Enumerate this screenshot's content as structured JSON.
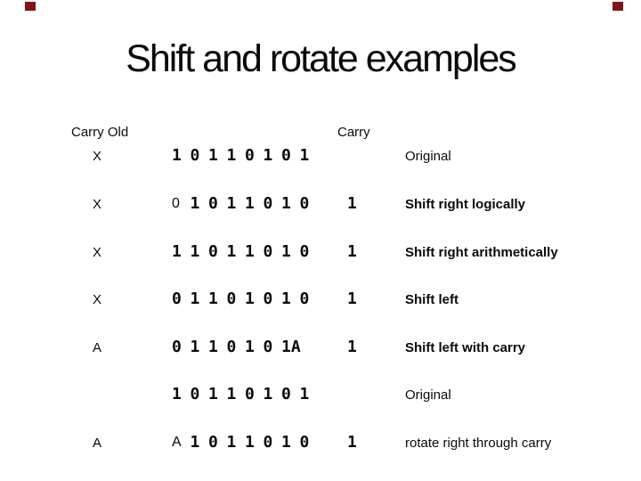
{
  "slide": {
    "title": "Shift and rotate examples",
    "accent_color": "#7f1416",
    "background_color": "#ffffff",
    "text_color": "#0a0a0a"
  },
  "table": {
    "header": {
      "carry_old": "Carry Old",
      "carry": "Carry"
    },
    "rows": [
      {
        "label": "X",
        "bits": [
          {
            "t": "1",
            "bold": true
          },
          {
            "t": "0",
            "bold": true
          },
          {
            "t": "1",
            "bold": true
          },
          {
            "t": "1",
            "bold": true
          },
          {
            "t": "0",
            "bold": true
          },
          {
            "t": "1",
            "bold": true
          },
          {
            "t": "0",
            "bold": true
          },
          {
            "t": "1",
            "bold": true
          }
        ],
        "carry": "",
        "description": "Original",
        "description_bold": false
      },
      {
        "label": "X",
        "bits": [
          {
            "t": "0",
            "bold": false
          },
          {
            "t": "1",
            "bold": true
          },
          {
            "t": "0",
            "bold": true
          },
          {
            "t": "1",
            "bold": true
          },
          {
            "t": "1",
            "bold": true
          },
          {
            "t": "0",
            "bold": true
          },
          {
            "t": "1",
            "bold": true
          },
          {
            "t": "0",
            "bold": true
          }
        ],
        "carry": "1",
        "description": "Shift right logically",
        "description_bold": true
      },
      {
        "label": "X",
        "bits": [
          {
            "t": "1",
            "bold": true
          },
          {
            "t": "1",
            "bold": true
          },
          {
            "t": "0",
            "bold": true
          },
          {
            "t": "1",
            "bold": true
          },
          {
            "t": "1",
            "bold": true
          },
          {
            "t": "0",
            "bold": true
          },
          {
            "t": "1",
            "bold": true
          },
          {
            "t": "0",
            "bold": true
          }
        ],
        "carry": "1",
        "description": "Shift right arithmetically",
        "description_bold": true
      },
      {
        "label": "X",
        "bits": [
          {
            "t": "0",
            "bold": true
          },
          {
            "t": "1",
            "bold": true
          },
          {
            "t": "1",
            "bold": true
          },
          {
            "t": "0",
            "bold": true
          },
          {
            "t": "1",
            "bold": true
          },
          {
            "t": "0",
            "bold": true
          },
          {
            "t": "1",
            "bold": true
          },
          {
            "t": "0",
            "bold": true
          }
        ],
        "carry": "1",
        "description": "Shift left",
        "description_bold": true
      },
      {
        "label": "A",
        "bits": [
          {
            "t": "0",
            "bold": true
          },
          {
            "t": "1",
            "bold": true
          },
          {
            "t": "1",
            "bold": true
          },
          {
            "t": "0",
            "bold": true
          },
          {
            "t": "1",
            "bold": true
          },
          {
            "t": "0",
            "bold": true
          },
          {
            "t": "1A",
            "bold": true
          }
        ],
        "carry": "1",
        "description": "Shift left with carry",
        "description_bold": true
      },
      {
        "label": "",
        "bits": [
          {
            "t": "1",
            "bold": true
          },
          {
            "t": "0",
            "bold": true
          },
          {
            "t": "1",
            "bold": true
          },
          {
            "t": "1",
            "bold": true
          },
          {
            "t": "0",
            "bold": true
          },
          {
            "t": "1",
            "bold": true
          },
          {
            "t": "0",
            "bold": true
          },
          {
            "t": "1",
            "bold": true
          }
        ],
        "carry": "",
        "description": "Original",
        "description_bold": false
      },
      {
        "label": "A",
        "bits": [
          {
            "t": "A",
            "bold": false
          },
          {
            "t": "1",
            "bold": true
          },
          {
            "t": "0",
            "bold": true
          },
          {
            "t": "1",
            "bold": true
          },
          {
            "t": "1",
            "bold": true
          },
          {
            "t": "0",
            "bold": true
          },
          {
            "t": "1",
            "bold": true
          },
          {
            "t": "0",
            "bold": true
          }
        ],
        "carry": "1",
        "description": "rotate right through carry",
        "description_bold": false
      }
    ]
  }
}
